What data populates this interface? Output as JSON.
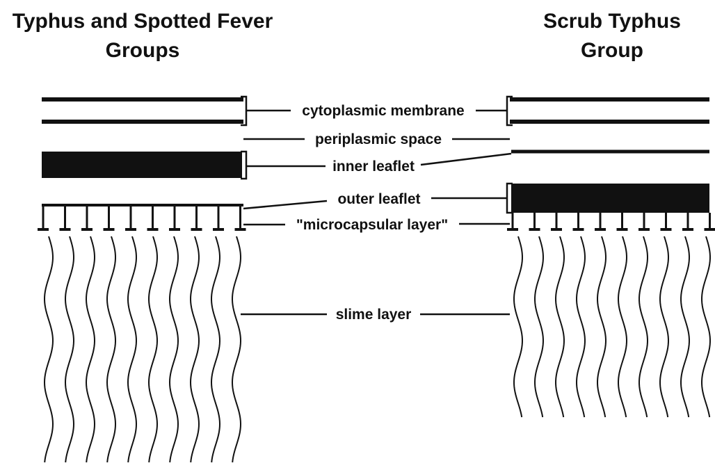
{
  "left_group": {
    "title_line1": "Typhus and Spotted Fever",
    "title_line2": "Groups"
  },
  "right_group": {
    "title_line1": "Scrub Typhus",
    "title_line2": "Group"
  },
  "labels": {
    "cytoplasmic_membrane": "cytoplasmic membrane",
    "periplasmic_space": "periplasmic space",
    "inner_leaflet": "inner leaflet",
    "outer_leaflet": "outer leaflet",
    "microcapsular_layer": "\"microcapsular layer\"",
    "slime_layer": "slime layer"
  },
  "colors": {
    "ink": "#111111",
    "background": "#ffffff"
  }
}
